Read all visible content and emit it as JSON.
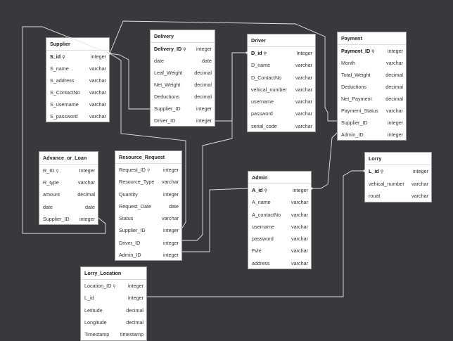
{
  "diagram": {
    "entities": [
      {
        "id": "supplier",
        "name": "Supplier",
        "fields": [
          {
            "name": "S_id",
            "type": "integer",
            "pk": true
          },
          {
            "name": "S_name",
            "type": "varchar"
          },
          {
            "name": "S_address",
            "type": "varchar"
          },
          {
            "name": "S_ContactNo",
            "type": "varchar"
          },
          {
            "name": "S_username",
            "type": "varchar"
          },
          {
            "name": "S_password",
            "type": "varchar"
          }
        ]
      },
      {
        "id": "delivery",
        "name": "Delivery",
        "fields": [
          {
            "name": "Delivery_ID",
            "type": "integer",
            "pk": true
          },
          {
            "name": "date",
            "type": "date"
          },
          {
            "name": "Leaf_Weight",
            "type": "decimal"
          },
          {
            "name": "Net_Weight",
            "type": "decimal"
          },
          {
            "name": "Deductions",
            "type": "decimal"
          },
          {
            "name": "Supplier_ID",
            "type": "integer"
          },
          {
            "name": "Driver_ID",
            "type": "integer"
          }
        ]
      },
      {
        "id": "driver",
        "name": "Driver",
        "fields": [
          {
            "name": "D_id",
            "type": "Integer",
            "pk": true
          },
          {
            "name": "D_name",
            "type": "varchar"
          },
          {
            "name": "D_ContactNo",
            "type": "varchar"
          },
          {
            "name": "vehical_number",
            "type": "varchar"
          },
          {
            "name": "username",
            "type": "varchar"
          },
          {
            "name": "password",
            "type": "varchar"
          },
          {
            "name": "serial_code",
            "type": "varchar"
          }
        ]
      },
      {
        "id": "payment",
        "name": "Payment",
        "fields": [
          {
            "name": "Payment_ID",
            "type": "integer",
            "pk": true
          },
          {
            "name": "Month",
            "type": "varchar"
          },
          {
            "name": "Total_Weight",
            "type": "decimal"
          },
          {
            "name": "Deductions",
            "type": "decimal"
          },
          {
            "name": "Net_Payment",
            "type": "decimal"
          },
          {
            "name": "Payment_Status",
            "type": "varchar"
          },
          {
            "name": "Supplier_ID",
            "type": "integer"
          },
          {
            "name": "Admin_ID",
            "type": "integer"
          }
        ]
      },
      {
        "id": "advance",
        "name": "Advance_or_Loan",
        "fields": [
          {
            "name": "R_ID",
            "type": "Integer",
            "pk": false,
            "key": true
          },
          {
            "name": "R_type",
            "type": "varchar"
          },
          {
            "name": "amount",
            "type": "decimal"
          },
          {
            "name": "date",
            "type": "date"
          },
          {
            "name": "Supplier_ID",
            "type": "integer"
          }
        ]
      },
      {
        "id": "resource",
        "name": "Resource_Request",
        "fields": [
          {
            "name": "Request_ID",
            "type": "integer",
            "pk": false,
            "key": true
          },
          {
            "name": "Resource_Type",
            "type": "varchar"
          },
          {
            "name": "Quantity",
            "type": "integer"
          },
          {
            "name": "Request_Date",
            "type": "date"
          },
          {
            "name": "Status",
            "type": "varchar"
          },
          {
            "name": "Supplier_ID",
            "type": "integer"
          },
          {
            "name": "Driver_ID",
            "type": "integer"
          },
          {
            "name": "Admin_ID",
            "type": "integer"
          }
        ]
      },
      {
        "id": "admin",
        "name": "Admin",
        "fields": [
          {
            "name": "A_id",
            "type": "integer",
            "pk": true
          },
          {
            "name": "A_name",
            "type": "varchar"
          },
          {
            "name": "A_contactNo",
            "type": "varchar"
          },
          {
            "name": "username",
            "type": "varchar"
          },
          {
            "name": "password",
            "type": "varchar"
          },
          {
            "name": "Fvle",
            "type": "varchar"
          },
          {
            "name": "address",
            "type": "varchar"
          }
        ]
      },
      {
        "id": "lorry",
        "name": "Lorry",
        "fields": [
          {
            "name": "L_id",
            "type": "integer",
            "pk": true
          },
          {
            "name": "vehical_number",
            "type": "varchar"
          },
          {
            "name": "rouat",
            "type": "varchar"
          }
        ]
      },
      {
        "id": "lorry_location",
        "name": "Lorry_Location",
        "fields": [
          {
            "name": "Location_ID",
            "type": "integer",
            "pk": false,
            "key": true
          },
          {
            "name": "L_id",
            "type": "integer"
          },
          {
            "name": "Letitude",
            "type": "decimal"
          },
          {
            "name": "Longitude",
            "type": "decimal"
          },
          {
            "name": "Timestamp",
            "type": "timestamp"
          }
        ]
      }
    ],
    "relationships": [
      {
        "from": "delivery.Supplier_ID",
        "to": "supplier.S_id"
      },
      {
        "from": "delivery.Driver_ID",
        "to": "driver.D_id"
      },
      {
        "from": "payment.Supplier_ID",
        "to": "supplier.S_id"
      },
      {
        "from": "payment.Admin_ID",
        "to": "admin.A_id"
      },
      {
        "from": "advance.Supplier_ID",
        "to": "supplier.S_id"
      },
      {
        "from": "resource.Supplier_ID",
        "to": "supplier.S_id"
      },
      {
        "from": "resource.Driver_ID",
        "to": "driver.D_id"
      },
      {
        "from": "resource.Admin_ID",
        "to": "admin.A_id"
      },
      {
        "from": "lorry_location.L_id",
        "to": "lorry.L_id"
      }
    ],
    "colors": {
      "background": "#39383d",
      "table": "#ffffff",
      "connector": "#e6e6e6"
    },
    "icons": {
      "primary_key": "key-icon"
    }
  }
}
